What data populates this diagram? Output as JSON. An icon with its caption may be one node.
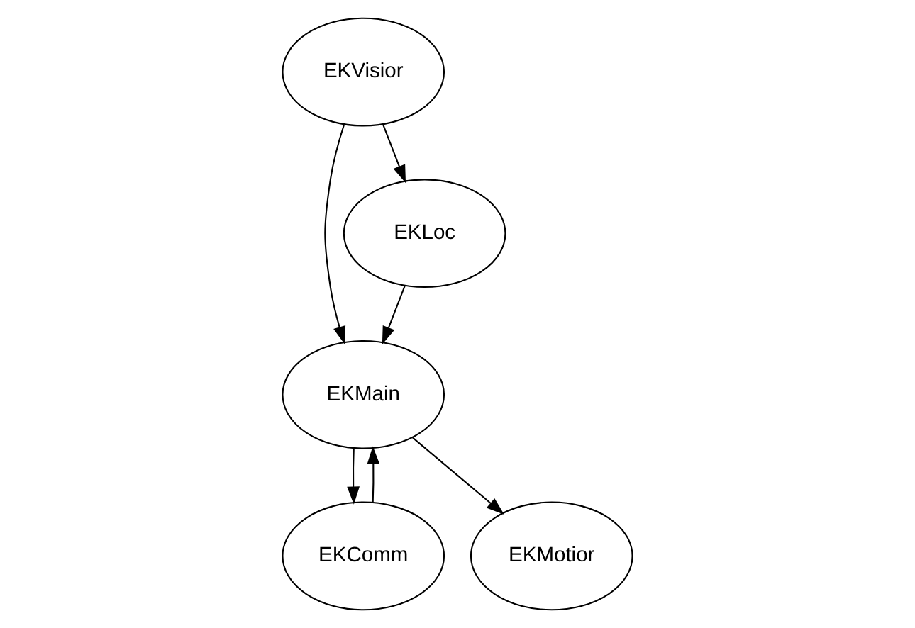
{
  "diagram": {
    "nodes": [
      {
        "text": [
          "EKVisior"
        ]
      },
      {
        "text": [
          "EKMain"
        ]
      },
      {
        "text": [
          "EKLoc"
        ]
      },
      {
        "text": [
          "EKComm"
        ]
      },
      {
        "text": [
          "EKMotior"
        ]
      }
    ],
    "edges": [
      {
        "from": 0,
        "to": 1,
        "arrow": "to"
      },
      {
        "from": 0,
        "to": 2,
        "arrow": "to"
      },
      {
        "from": 2,
        "to": 1,
        "arrow": "to"
      },
      {
        "from": 1,
        "to": 3,
        "arrow": "to"
      },
      {
        "from": 3,
        "to": 1,
        "arrow": "to"
      },
      {
        "from": 1,
        "to": 4,
        "arrow": "to"
      }
    ]
  }
}
